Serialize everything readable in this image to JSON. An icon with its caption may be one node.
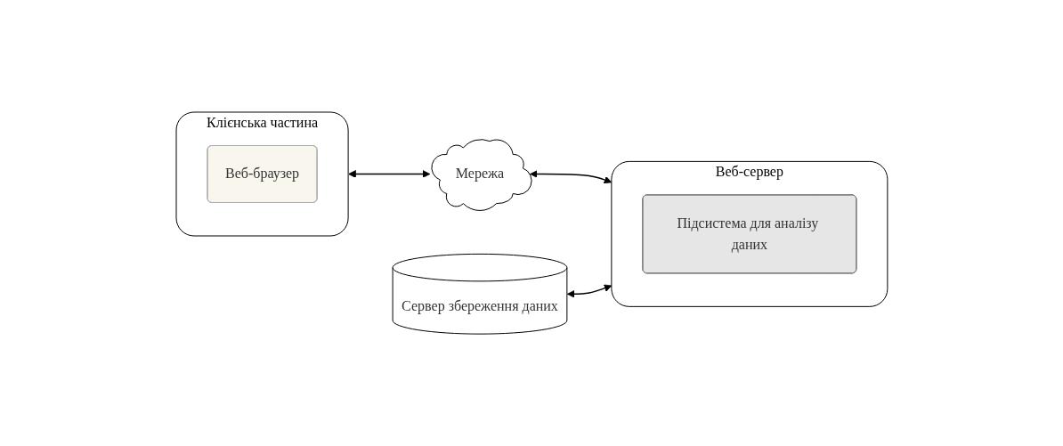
{
  "diagram": {
    "nodes": [
      {
        "text": [
          "Клієнська частина"
        ]
      },
      {
        "text": [
          "Веб-браузер"
        ],
        "in": 0
      },
      {
        "text": [
          "Мережа"
        ]
      },
      {
        "text": [
          "Веб-сервер"
        ]
      },
      {
        "text": [
          "Підсистема для аналізу даних"
        ],
        "in": 3
      },
      {
        "text": [
          "Сервер збереження даних"
        ]
      }
    ],
    "edges": [
      {
        "from": 0,
        "to": 2,
        "arrow": "both"
      },
      {
        "from": 2,
        "to": 3,
        "arrow": "both"
      },
      {
        "from": 5,
        "to": 3,
        "arrow": "both"
      }
    ]
  }
}
